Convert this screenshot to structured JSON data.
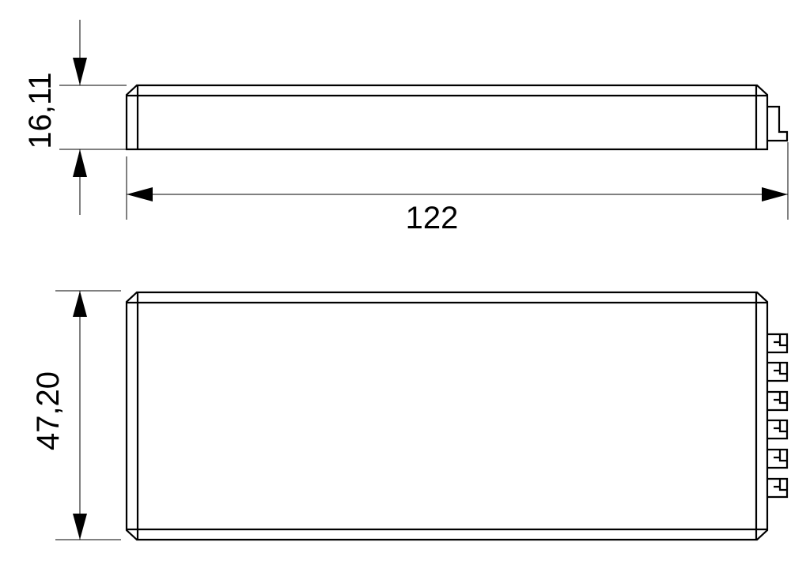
{
  "dimensions": {
    "height_side": "16,11",
    "length": "122",
    "width_top": "47,20"
  },
  "colors": {
    "line": "#000000",
    "background": "#ffffff"
  }
}
